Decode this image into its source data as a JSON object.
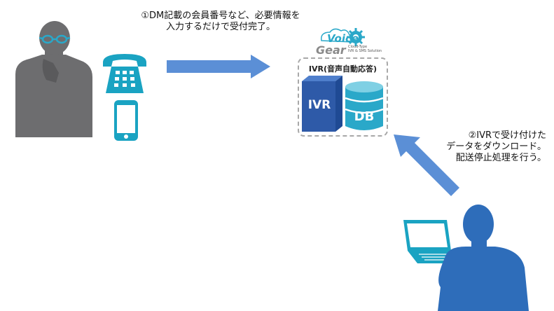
{
  "caption_step1": {
    "line1": "①DM記載の会員番号など、必要情報を",
    "line2": "入力するだけで受付完了。"
  },
  "caption_step2": {
    "line1": "②IVRで受け付けた",
    "line2": "データをダウンロード。",
    "line3": "配送停止処理を行う。"
  },
  "system": {
    "title": "IVR(音声自動応答)",
    "ivr_label": "IVR",
    "db_label": "DB"
  },
  "logo": {
    "voice": "Voice",
    "gear": "Gear",
    "tagline1": "Cloud-Type",
    "tagline2": "IVR & SMS Solution"
  },
  "colors": {
    "arrow": "#5b8fd6",
    "phone": "#1aa3c2",
    "person_left": "#6d6d6f",
    "person_right": "#2e6dba",
    "ivr_box": "#2e5aa8",
    "db_cylinder": "#2aa8c9"
  }
}
